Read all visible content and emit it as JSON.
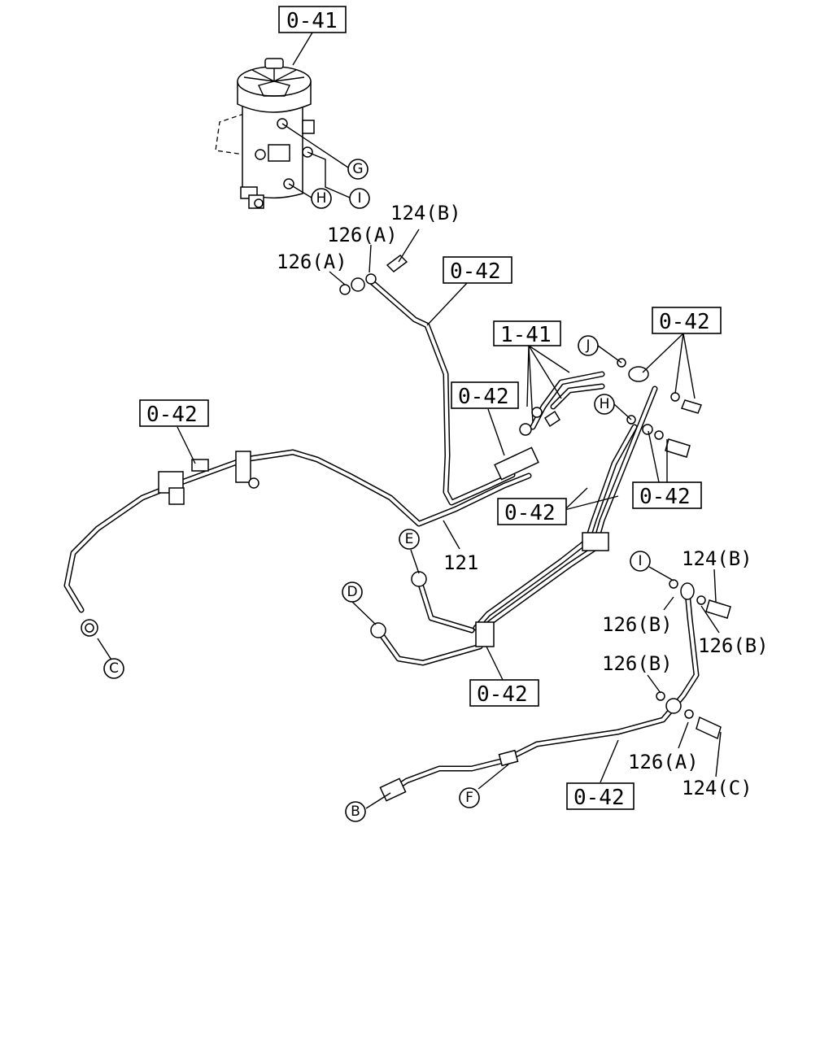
{
  "diagram": {
    "ref_boxes": {
      "r041": "0-41",
      "r042_top": "0-42",
      "r141": "1-41",
      "r042_right": "0-42",
      "r042_left": "0-42",
      "r042_mid": "0-42",
      "r042_r2": "0-42",
      "r042_r3": "0-42",
      "r042_b1": "0-42",
      "r042_b2": "0-42"
    },
    "part_labels": {
      "p124b_top": "124(B)",
      "p126a_1": "126(A)",
      "p126a_2": "126(A)",
      "p121": "121",
      "p124b_r": "124(B)",
      "p126b_1": "126(B)",
      "p126b_2": "126(B)",
      "p126b_3": "126(B)",
      "p126a_3": "126(A)",
      "p124c": "124(C)"
    },
    "callouts": {
      "G": "G",
      "I_top": "I",
      "H_top": "H",
      "J": "J",
      "H_mid": "H",
      "E": "E",
      "D": "D",
      "C": "C",
      "I_r": "I",
      "F": "F",
      "B": "B"
    }
  }
}
